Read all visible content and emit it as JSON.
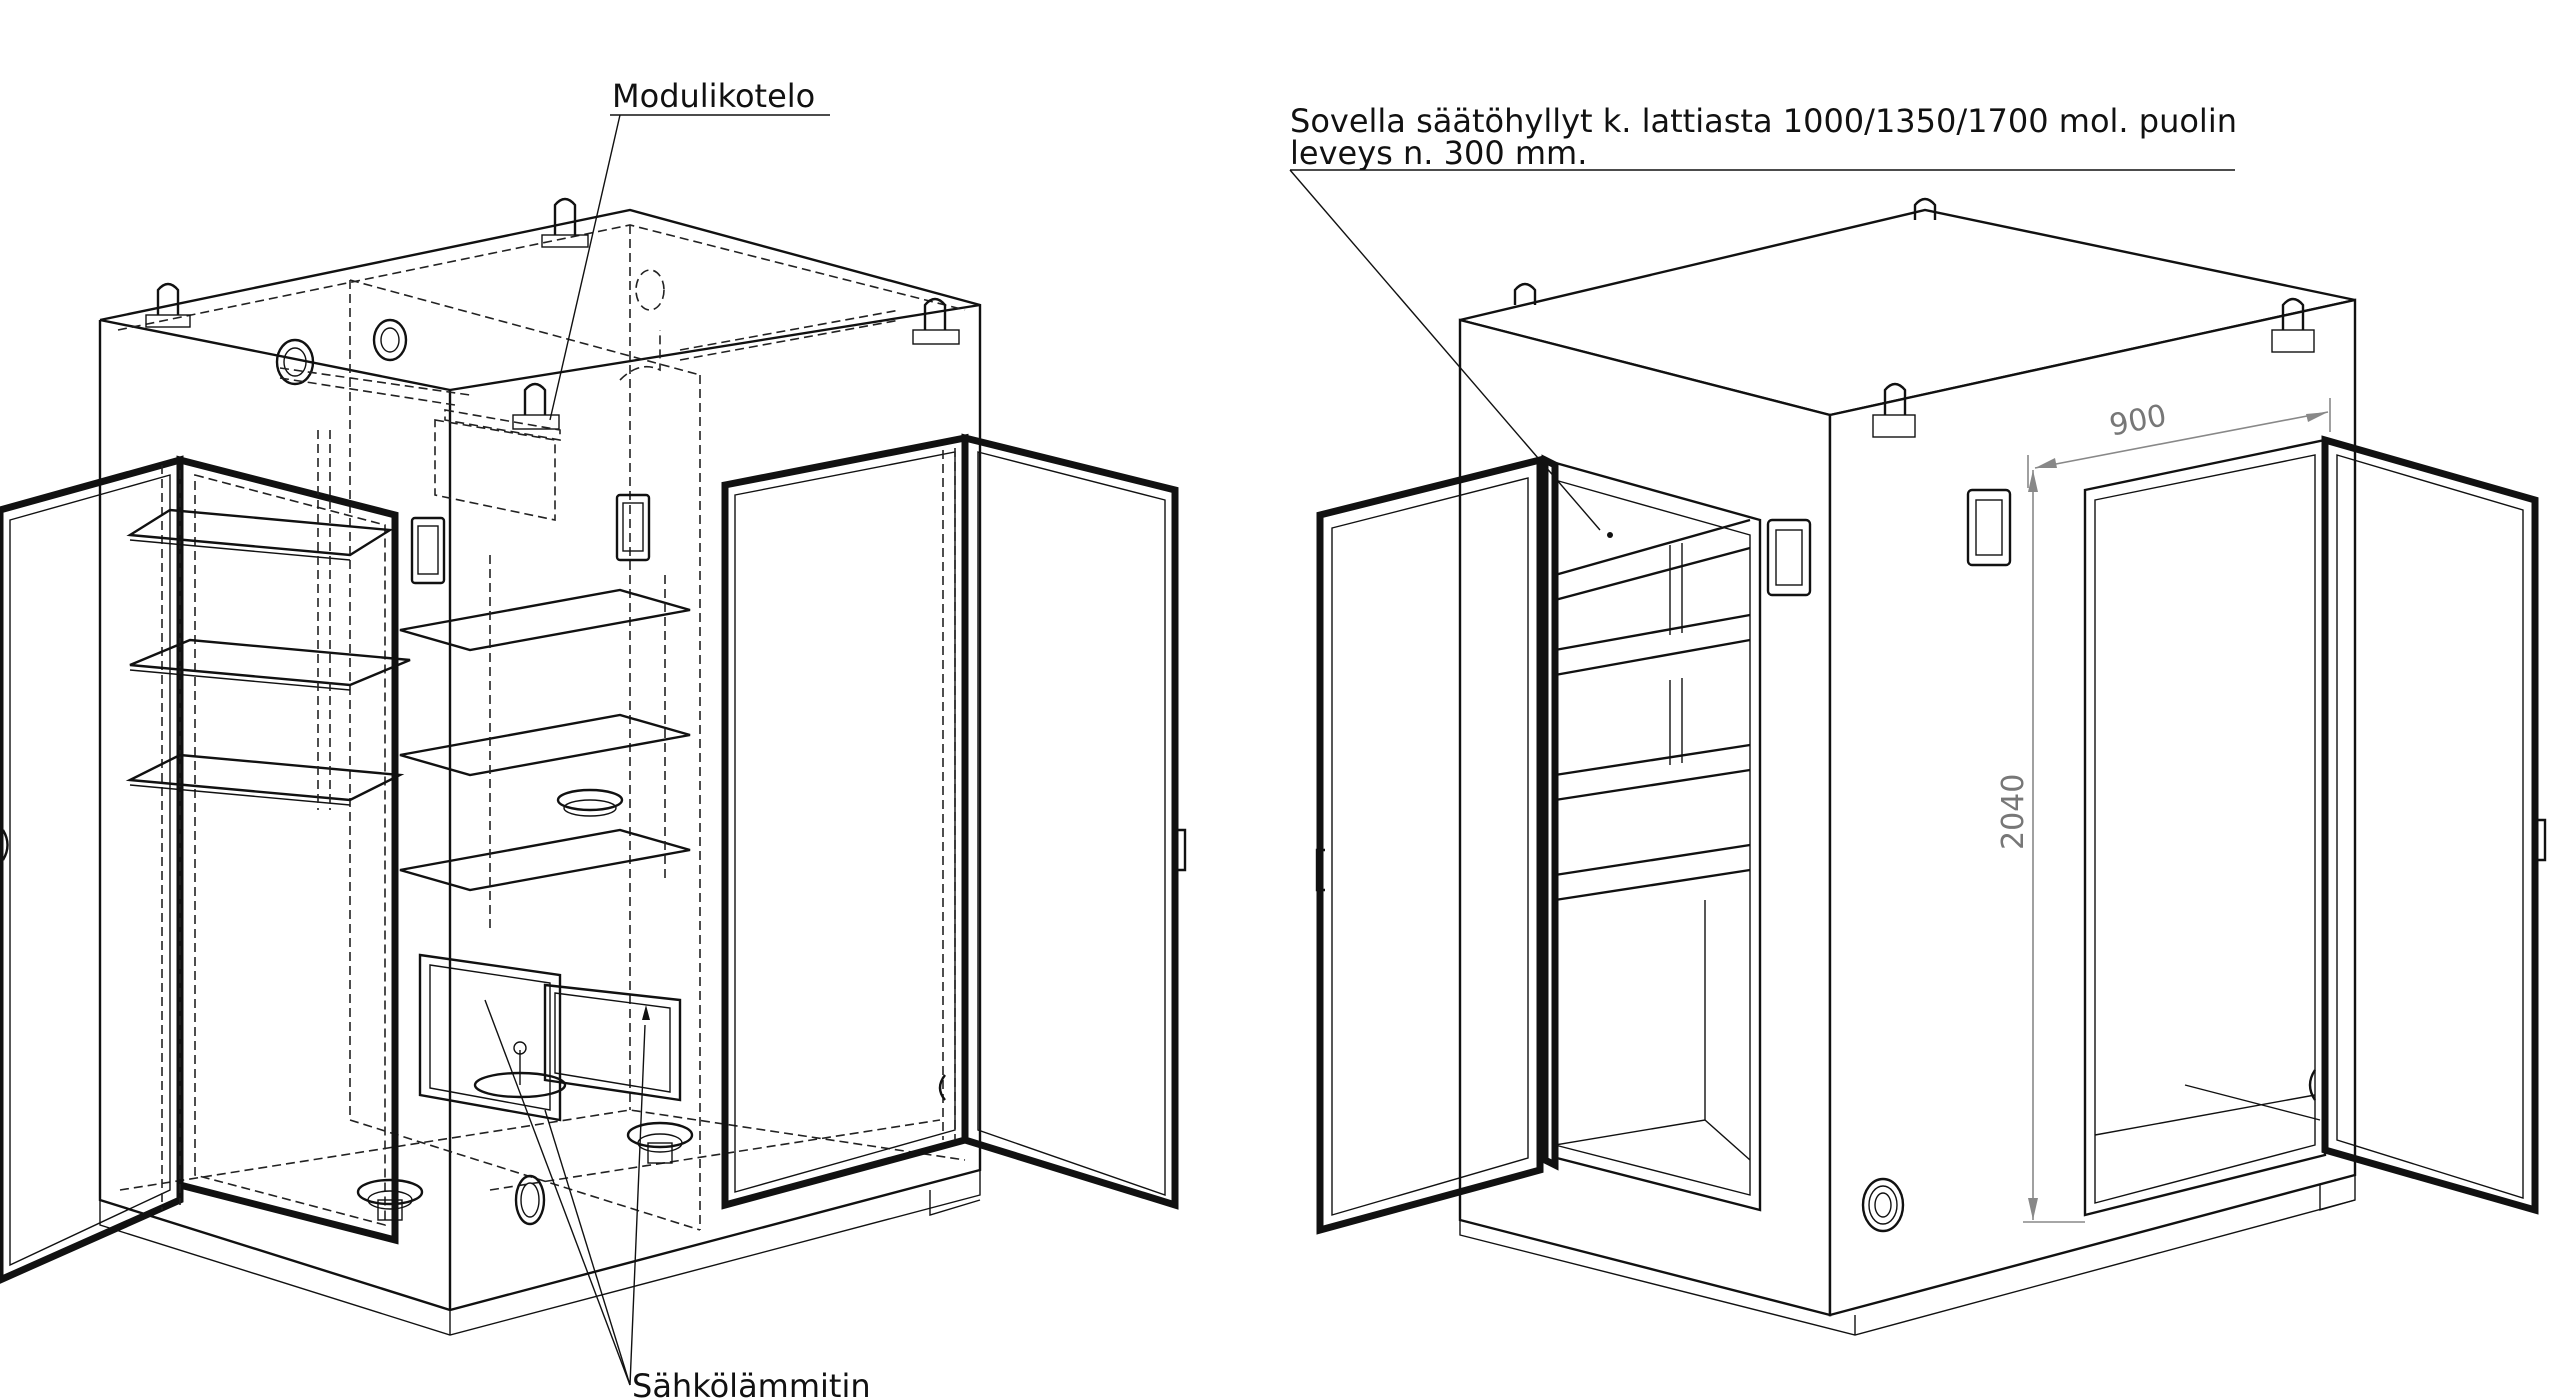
{
  "labels": {
    "module_housing": "Modulikotelo",
    "electric_heater": "Sähkölämmitin",
    "shelf_note_line1": "Sovella säätöhyllyt k. lattiasta 1000/1350/1700 mol. puolin",
    "shelf_note_line2": "leveys n. 300 mm."
  },
  "dimensions": {
    "width": "900",
    "height": "2040"
  },
  "colors": {
    "line": "#111111",
    "dimension": "#888888",
    "background": "#ffffff"
  }
}
